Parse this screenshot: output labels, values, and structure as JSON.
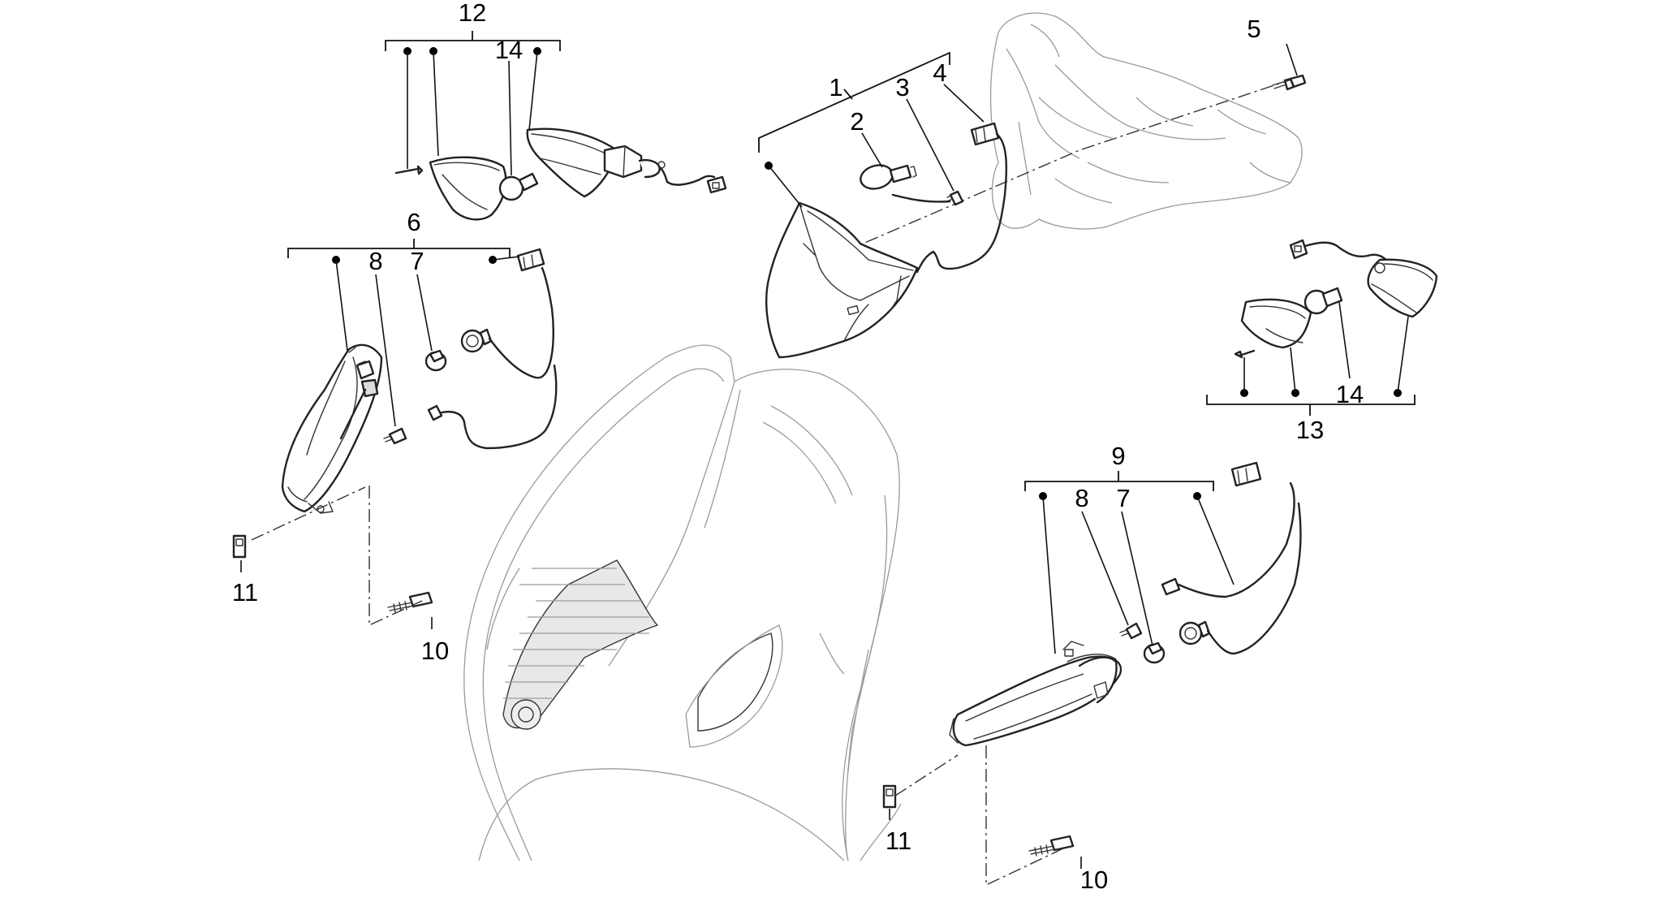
{
  "callouts": {
    "n1": "1",
    "n2": "2",
    "n3": "3",
    "n4": "4",
    "n5": "5",
    "n6": "6",
    "n7a": "7",
    "n7b": "7",
    "n8a": "8",
    "n8b": "8",
    "n9": "9",
    "n10a": "10",
    "n10b": "10",
    "n11a": "11",
    "n11b": "11",
    "n12": "12",
    "n13": "13",
    "n14a": "14",
    "n14b": "14"
  },
  "colors": {
    "ink": "#222222",
    "faint": "#9a9a9a",
    "background": "#ffffff"
  }
}
